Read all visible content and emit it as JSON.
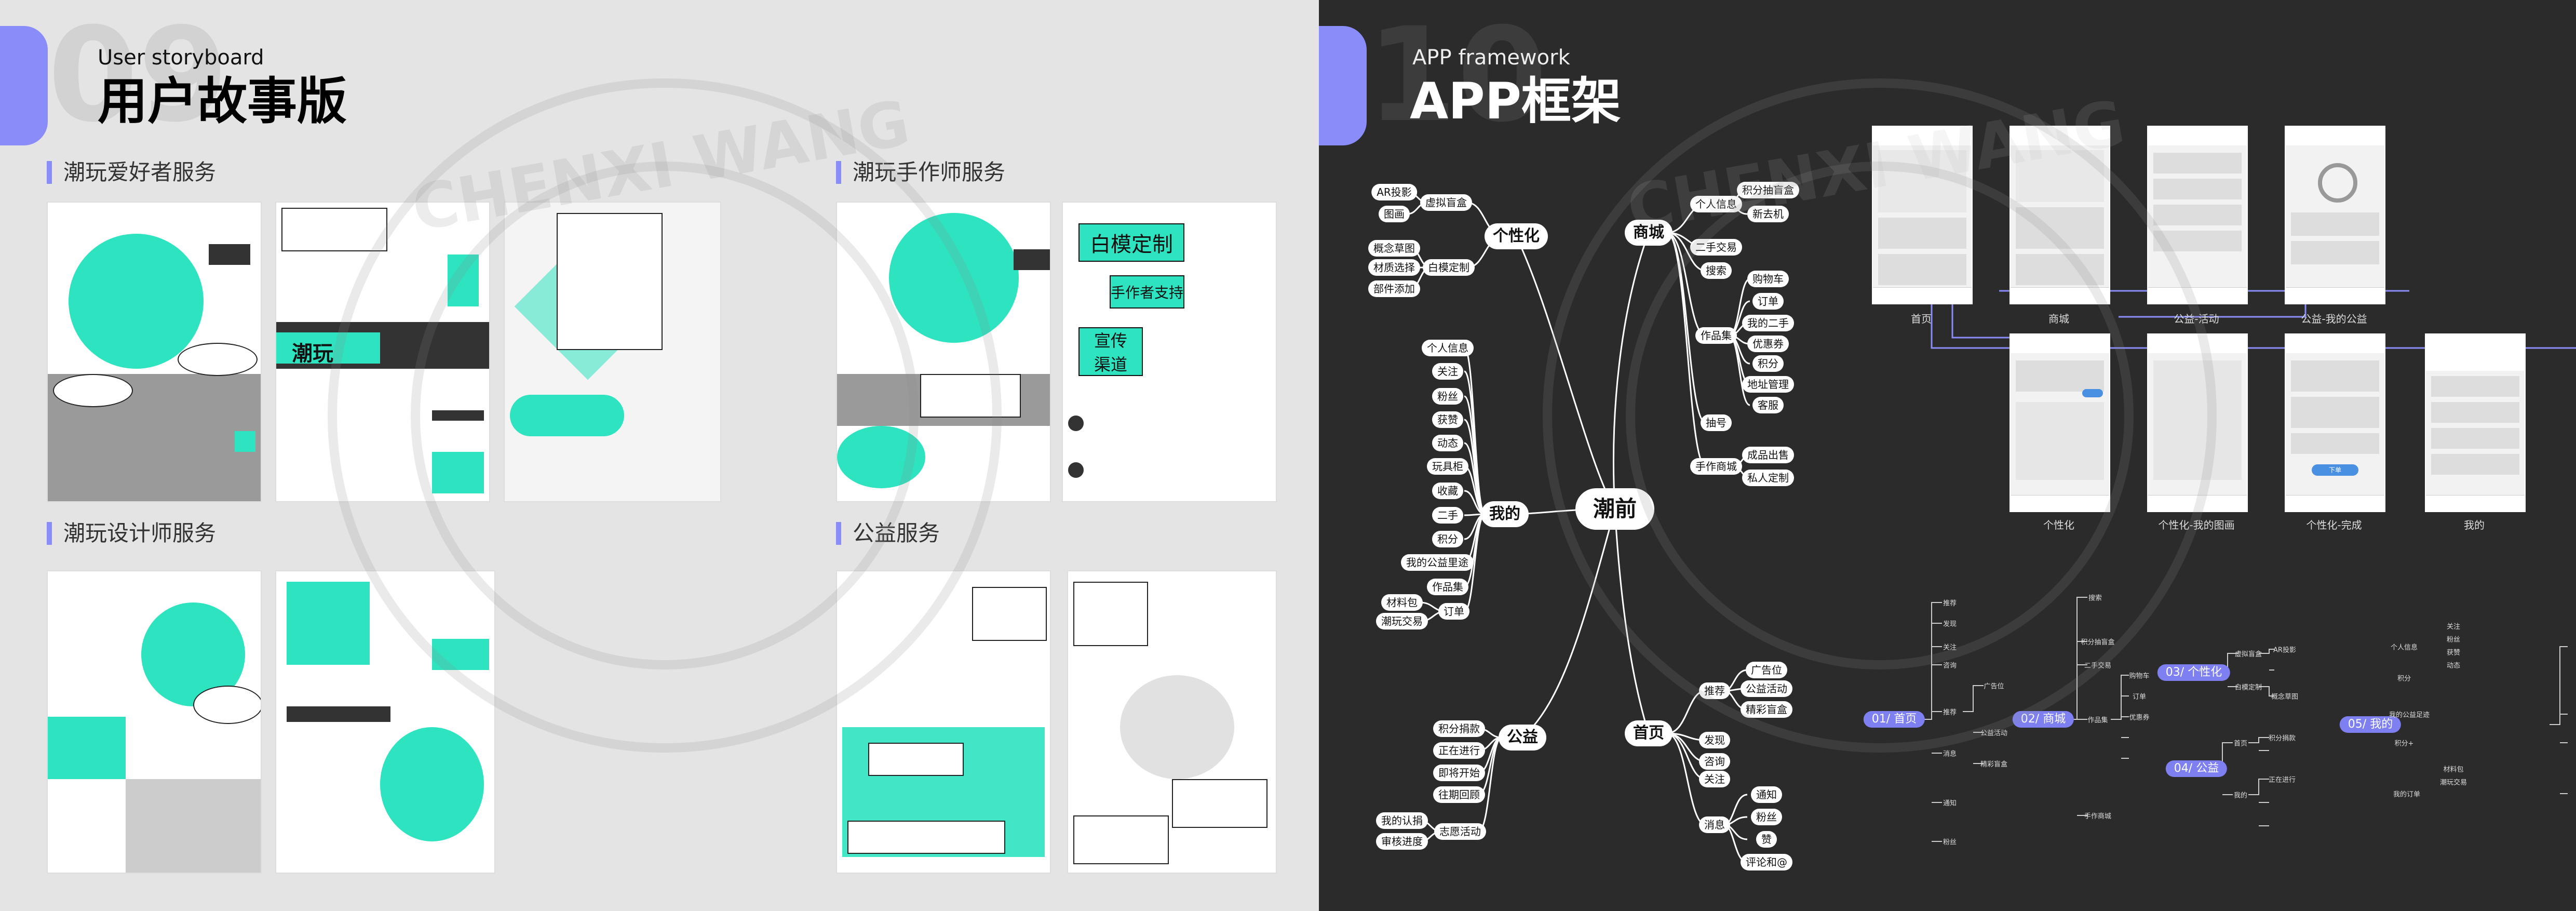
{
  "left": {
    "number": "09",
    "subtitle": "User storyboard",
    "title": "用户故事版",
    "sections": {
      "fan": "潮玩爱好者服务",
      "artist": "潮玩手作师服务",
      "designer": "潮玩设计师服务",
      "charity": "公益服务"
    },
    "comic_texts": {
      "white_model": "白模定制",
      "artist_support": "手作者支持",
      "promo_channel": "宣传\n渠道",
      "chao_wan": "潮玩"
    }
  },
  "right": {
    "number": "10",
    "subtitle": "APP framework",
    "title": "APP框架",
    "mindmap": {
      "root": "潮前",
      "branches": [
        {
          "id": "gexinghua",
          "label": "个性化",
          "children": [
            {
              "label": "虚拟盲盒",
              "children": [
                "AR投影",
                "图画"
              ]
            },
            {
              "label": "白模定制",
              "children": [
                "概念草图",
                "材质选择",
                "部件添加"
              ]
            }
          ]
        },
        {
          "id": "shangcheng",
          "label": "商城",
          "children": [
            {
              "label": "个人信息",
              "children": [
                "积分抽盲盒",
                "新去机"
              ]
            },
            {
              "label": "二手交易",
              "children": []
            },
            {
              "label": "搜索",
              "children": []
            },
            {
              "label": "作品集",
              "children": [
                "购物车",
                "订单",
                "我的二手",
                "优惠券",
                "积分",
                "地址管理",
                "客服"
              ]
            },
            {
              "label": "抽号",
              "children": []
            },
            {
              "label": "手作商城",
              "children": [
                "成品出售",
                "私人定制"
              ]
            }
          ]
        },
        {
          "id": "wode",
          "label": "我的",
          "children": [
            {
              "label": "个人信息",
              "children": []
            },
            {
              "label": "关注",
              "children": []
            },
            {
              "label": "粉丝",
              "children": []
            },
            {
              "label": "获赞",
              "children": []
            },
            {
              "label": "动态",
              "children": []
            },
            {
              "label": "玩具柜",
              "children": []
            },
            {
              "label": "收藏",
              "children": []
            },
            {
              "label": "二手",
              "children": []
            },
            {
              "label": "积分",
              "children": []
            },
            {
              "label": "我的公益里途",
              "children": []
            },
            {
              "label": "作品集",
              "children": []
            },
            {
              "label": "订单",
              "children": [
                "材料包",
                "潮玩交易"
              ]
            }
          ]
        },
        {
          "id": "shouye",
          "label": "首页",
          "children": [
            {
              "label": "推荐",
              "children": [
                "广告位",
                "公益活动",
                "精彩盲盒"
              ]
            },
            {
              "label": "发现",
              "children": []
            },
            {
              "label": "咨询",
              "children": []
            },
            {
              "label": "关注",
              "children": []
            },
            {
              "label": "消息",
              "children": [
                "通知",
                "粉丝",
                "赞",
                "评论和@"
              ]
            }
          ]
        },
        {
          "id": "gongyi",
          "label": "公益",
          "children": [
            {
              "label": "积分捐款",
              "children": []
            },
            {
              "label": "正在进行",
              "children": []
            },
            {
              "label": "即将开始",
              "children": []
            },
            {
              "label": "往期回顾",
              "children": []
            },
            {
              "label": "志愿活动",
              "children": [
                "我的认捐",
                "审核进度"
              ]
            }
          ]
        }
      ]
    },
    "flow_nodes": [
      {
        "label": "01/ 首页"
      },
      {
        "label": "02/ 商城"
      },
      {
        "label": "03/ 个性化"
      },
      {
        "label": "04/ 公益"
      },
      {
        "label": "05/ 我的"
      }
    ],
    "flow_details": {
      "home": [
        "推荐",
        "发现",
        "关注",
        "咨询",
        "消息",
        "广告位",
        "公益活动",
        "精彩盲盒",
        "推荐",
        "通知",
        "粉丝"
      ],
      "mall": [
        "搜索",
        "积分抽盲盒",
        "二手交易",
        "作品集",
        "手作商城",
        "购物车",
        "订单",
        "优惠券"
      ],
      "custom": [
        "虚拟盲盒",
        "白模定制",
        "AR投影",
        "概念草图"
      ],
      "charity": [
        "首页",
        "我的",
        "积分捐款",
        "正在进行"
      ],
      "mine": [
        "个人信息",
        "积分",
        "我的公益足迹",
        "积分+",
        "我的订单",
        "关注",
        "粉丝",
        "获赞",
        "动态",
        "材料包",
        "潮玩交易"
      ]
    },
    "screens": [
      {
        "caption": "首页"
      },
      {
        "caption": "商城"
      },
      {
        "caption": "公益-活动"
      },
      {
        "caption": "公益-我的公益"
      },
      {
        "caption": "个性化"
      },
      {
        "caption": "个性化-我的图画"
      },
      {
        "caption": "个性化-完成"
      },
      {
        "caption": "我的"
      }
    ],
    "screen_button": "下单"
  },
  "watermark": "CHENXI WANG",
  "colors": {
    "accent": "#8a8cfa",
    "teal": "#2ee3c0",
    "dark_bg": "#2b2b2b",
    "light_bg": "#e4e4e4"
  }
}
